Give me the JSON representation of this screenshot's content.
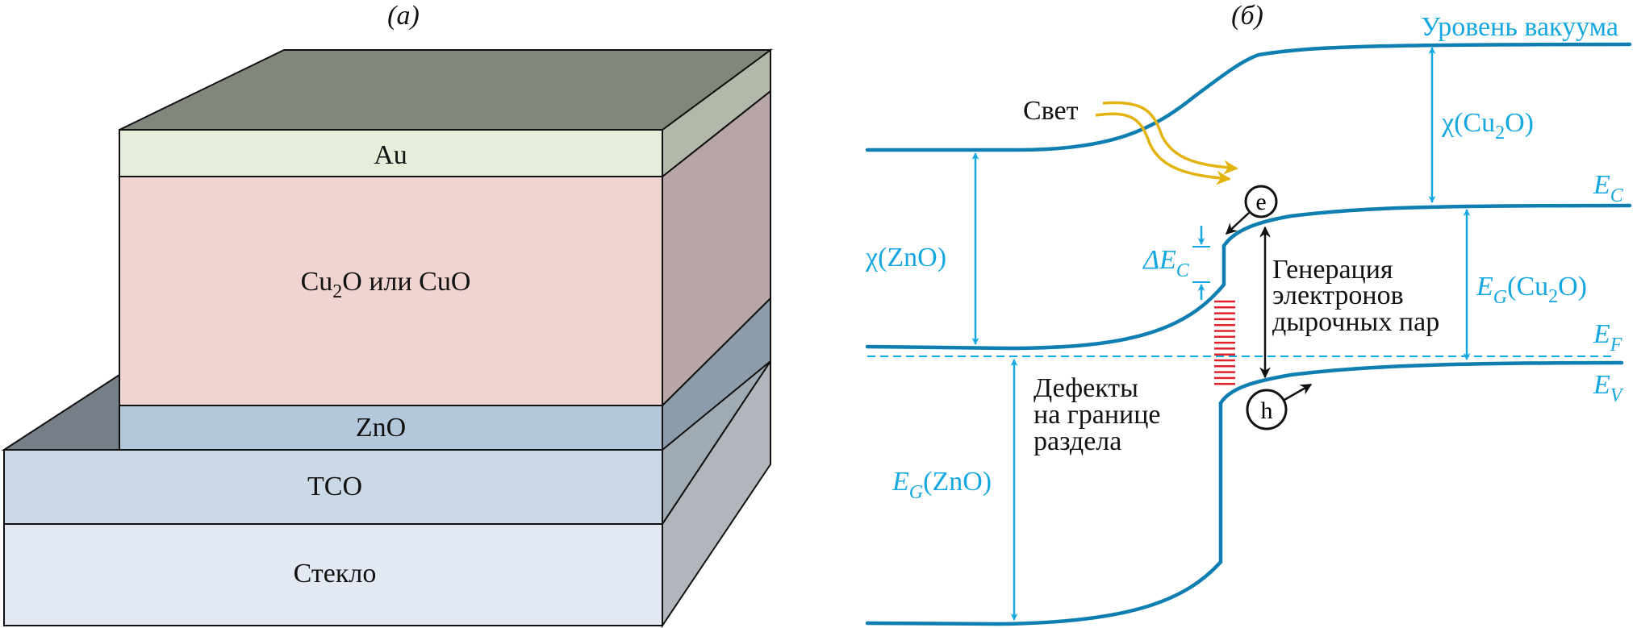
{
  "panel_a": {
    "label": "(a)",
    "layers": [
      {
        "name": "Au",
        "front_color": "#e4eedb",
        "side_color": "#b3b9aa"
      },
      {
        "name": "Cu2O или CuO",
        "label_main": "Cu",
        "label_sub": "2",
        "label_rest": "O или CuO",
        "front_color": "#f0d4d2",
        "side_color": "#b8a5a5"
      },
      {
        "name": "ZnO",
        "front_color": "#b4c8dc",
        "side_color": "#8c9caa"
      },
      {
        "name": "TCO",
        "front_color": "#cbd8e5",
        "side_color": "#a0aab2"
      },
      {
        "name": "Стекло",
        "front_color": "#e3e9f2",
        "side_color": "#b0b6bc"
      }
    ],
    "top_color": "#82877c",
    "ledge_color": "#767e88"
  },
  "panel_b": {
    "label": "(б)",
    "vacuum_label": "Уровень вакуума",
    "light_label": "Свет",
    "electron": "e",
    "hole": "h",
    "chi_zno": "χ(ZnO)",
    "chi_cu2o": {
      "pre": "χ(Cu",
      "sub": "2",
      "post": "O)"
    },
    "delta_ec": {
      "pre": "ΔE",
      "sub": "C"
    },
    "eg_zno": {
      "pre": "E",
      "sub": "G",
      "post": "(ZnO)"
    },
    "eg_cu2o": {
      "pre": "E",
      "sub": "G",
      "post": "(Cu",
      "sub2": "2",
      "post2": "O)"
    },
    "ec": {
      "pre": "E",
      "sub": "C"
    },
    "ef": {
      "pre": "E",
      "sub": "F"
    },
    "ev": {
      "pre": "E",
      "sub": "V"
    },
    "generation_lines": [
      "Генерация",
      "электронов",
      "дырочных пар"
    ],
    "defects_lines": [
      "Дефекты",
      "на границе",
      "раздела"
    ],
    "colors": {
      "band": "#0e7fb0",
      "annotation": "#15a8e0",
      "light": "#e3b310",
      "defects": "#e0202a"
    }
  }
}
